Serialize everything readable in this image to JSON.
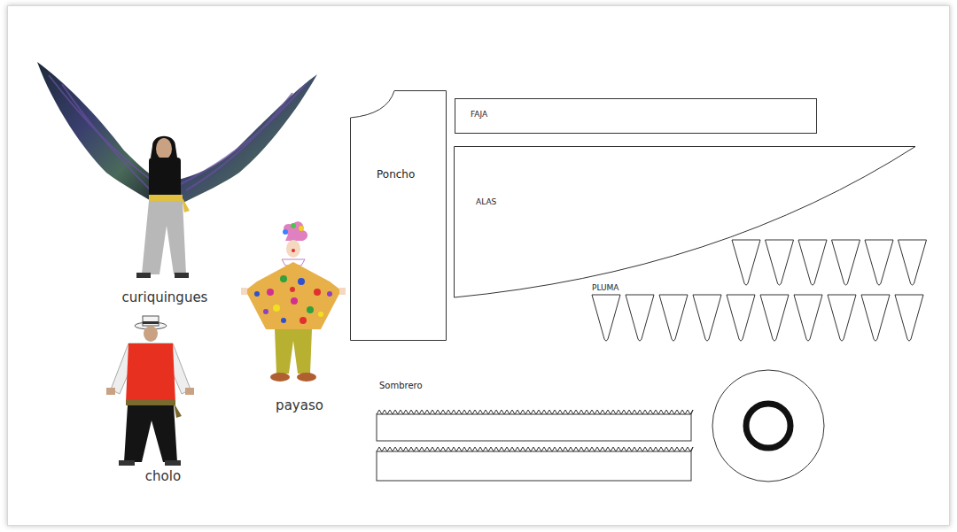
{
  "diagram": {
    "nodes": [
      {
        "text": [
          "Poncho"
        ]
      },
      {
        "text": [
          "FAJA"
        ]
      },
      {
        "text": [
          "ALAS"
        ]
      }
    ],
    "labels": [
      "curiquingues",
      "payaso",
      "cholo",
      "PLUMA",
      "Sombrero"
    ]
  }
}
